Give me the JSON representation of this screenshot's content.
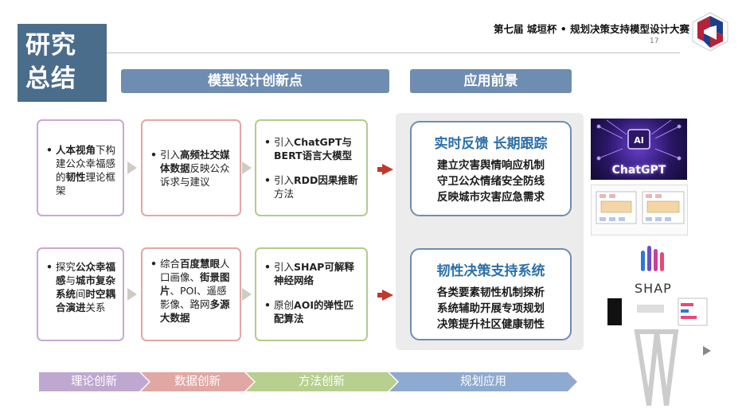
{
  "header": {
    "title_line1": "研究",
    "title_line2": "总结",
    "contest_title": "第七届 城垣杯 • 规划决策支持模型设计大赛",
    "page_number": "17"
  },
  "sections": {
    "innovation_header": "模型设计创新点",
    "application_header": "应用前景"
  },
  "cards": {
    "theory_top": {
      "b1": "人本视角",
      "t1": "下构建公众幸福感的",
      "b2": "韧性",
      "t2": "理论框架"
    },
    "data_top": {
      "t1": "引入",
      "b1": "高频社交媒体数据",
      "t2": "反映公众诉求与建议"
    },
    "method_top": {
      "item1_t1": "引入",
      "item1_b1": "ChatGPT与BERT语言大模型",
      "item2_t1": "引入",
      "item2_b1": "RDD因果推断",
      "item2_t2": "方法"
    },
    "theory_bottom": {
      "t1": "探究",
      "b1": "公众幸福感",
      "t2": "与",
      "b2": "城市复杂系统",
      "t3": "间",
      "b3": "时空耦合演进",
      "t4": "关系"
    },
    "data_bottom": {
      "t1": "综合",
      "b1": "百度慧眼",
      "t2": "人口画像、",
      "b2": "街景图片",
      "t3": "、POI、遥感影像、路网",
      "b3": "多源大数据"
    },
    "method_bottom": {
      "item1_t1": "引入",
      "item1_b1": "SHAP可解释神经网络",
      "item2_t1": "原创",
      "item2_b1": "AOI的弹性匹配算法"
    }
  },
  "applications": {
    "top": {
      "title": "实时反馈 长期跟踪",
      "line1": "建立灾害舆情响应机制",
      "line2": "守卫公众情绪安全防线",
      "line3": "反映城市灾害应急需求"
    },
    "bottom": {
      "title": "韧性决策支持系统",
      "line1": "各类要素韧性机制探析",
      "line2": "系统辅助开展专项规划",
      "line3": "决策提升社区健康韧性"
    }
  },
  "ribbon": {
    "theory": "理论创新",
    "data": "数据创新",
    "method": "方法创新",
    "planning": "规划应用"
  },
  "images": {
    "chatgpt_label": "ChatGPT",
    "shap_label": "SHAP"
  },
  "colors": {
    "title_block": "#4a6d8c",
    "section_pill": "#6f8db1",
    "app_title": "#2c6fa8",
    "arrow_red": "#c0392b"
  }
}
